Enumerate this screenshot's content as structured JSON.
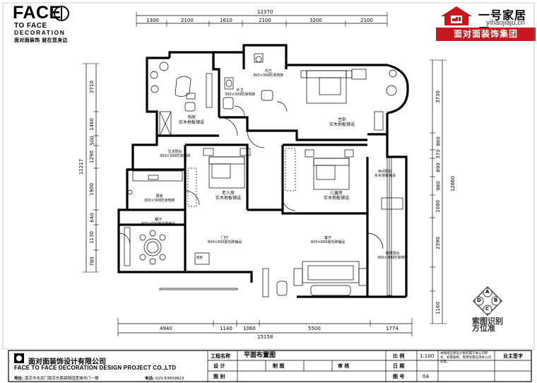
{
  "brand": {
    "line1": "FACE",
    "line2": "TO FACE",
    "line3": "DECORATION",
    "slogan": "面对面装饰 就在您身边"
  },
  "watermark": {
    "name": "一号家居网",
    "url": "yihaojiaju.cn",
    "banner": "面对面装饰集团",
    "brand_color": "#c8161d"
  },
  "dimensions": {
    "top_total": "12370",
    "top": [
      "1300",
      "2100",
      "1610",
      "2100",
      "3200",
      "2100"
    ],
    "bottom_total": "15158",
    "bottom": [
      "4940",
      "1140",
      "1060",
      "5500",
      "1774"
    ],
    "left_total": "11217",
    "left": [
      "2710",
      "1460",
      "500",
      "1290",
      "1900",
      "640",
      "1130",
      "780"
    ],
    "right_total": "12860",
    "right": [
      "3730",
      "860",
      "370",
      "890",
      "980",
      "1080",
      "2390",
      "1160"
    ]
  },
  "rooms": [
    {
      "name": "书房",
      "note": "实木地板铺设",
      "id": "study"
    },
    {
      "name": "外卫",
      "note": "300×300防滑地砖",
      "id": "bath-outer"
    },
    {
      "name": "内卫",
      "note": "300×300防滑地砖",
      "id": "bath-inner"
    },
    {
      "name": "主卧",
      "note": "实木地板铺设",
      "id": "master-bedroom"
    },
    {
      "name": "生活阳台",
      "note": "300×300防滑地砖",
      "id": "utility-balcony"
    },
    {
      "name": "老人房",
      "note": "实木地板铺设",
      "id": "elder-room"
    },
    {
      "name": "儿童房",
      "note": "实木地板铺设",
      "id": "kids-room"
    },
    {
      "name": "休闲阳台",
      "note": "实木地板铺设",
      "id": "leisure-balcony"
    },
    {
      "name": "厨房",
      "note": "300×300防滑地砖",
      "id": "kitchen"
    },
    {
      "name": "餐厅",
      "note": "600×600抛光砖铺设",
      "id": "dining"
    },
    {
      "name": "门厅",
      "note": "600×600抛光砖铺设",
      "id": "foyer"
    },
    {
      "name": "客厅",
      "note": "600×600抛光砖铺设",
      "id": "living"
    },
    {
      "name": "景观阳台",
      "note": "300×300防滑地砖",
      "id": "view-balcony"
    }
  ],
  "fixtures": {
    "shoe_cabinet": "鞋柜"
  },
  "compass": {
    "letters": [
      "A",
      "B",
      "C",
      "D"
    ],
    "caption": "索图识别方位准"
  },
  "title_block": {
    "company": "面对面装饰设计有限公司",
    "company_en": "FACE TO FACE DECORATION DESIGN PROJECT CO.,LTD",
    "address_label": "地址:",
    "address": "南京市玄武门南京东路钢铁园宽城市门一楼",
    "phone_label": "电话:",
    "phone": "025-83609823",
    "project_label": "工程名称",
    "drawing_title": "平面布置图",
    "design_label": "设 计",
    "draw_label": "制 图",
    "review_label": "审 核",
    "drawing_no_label": "图 别",
    "scale_label": "比 例",
    "scale": "1:100",
    "date_label": "日 期",
    "sheet_label": "图 号",
    "sheet": "04",
    "note": "本图纸全部设计版权属于本公司所有，如需复制、借用等需征得本公司同意。",
    "stamp": "业主签字"
  }
}
